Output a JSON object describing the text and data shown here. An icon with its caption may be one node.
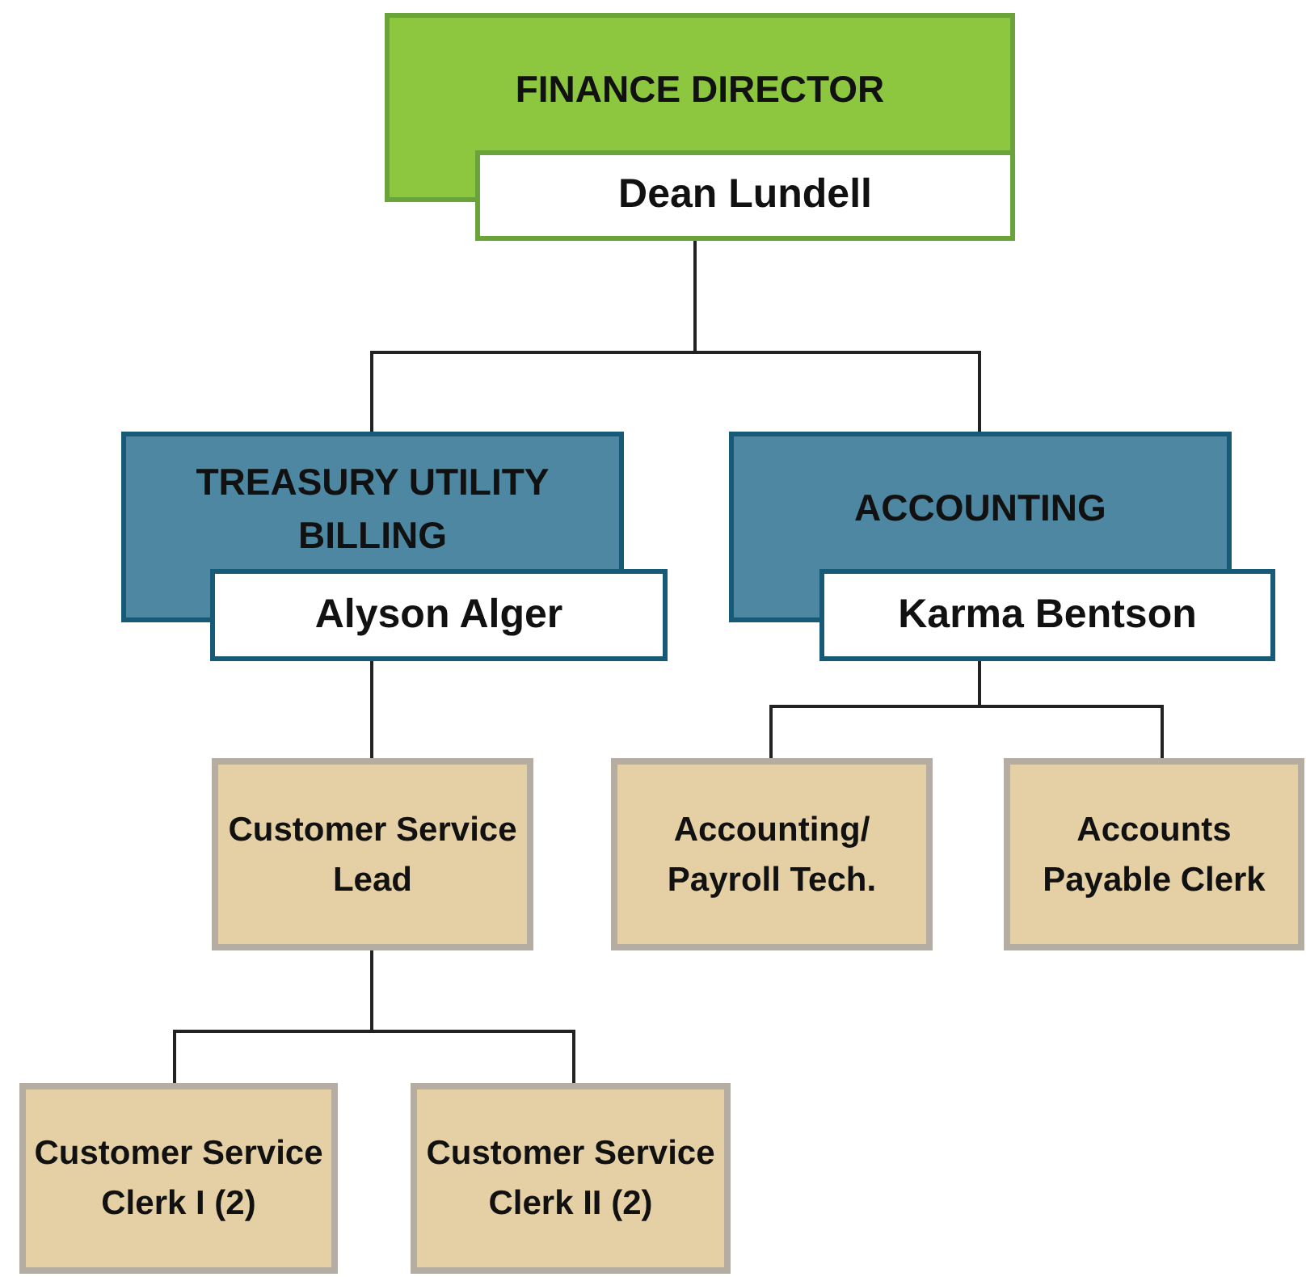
{
  "diagram": {
    "nodes": [
      {
        "text": [
          "FINANCE DIRECTOR",
          "Dean Lundell"
        ]
      },
      {
        "text": [
          "TREASURY UTILITY BILLING",
          "Alyson Alger"
        ]
      },
      {
        "text": [
          "ACCOUNTING",
          "Karma Bentson"
        ]
      },
      {
        "text": [
          "Customer Service Lead"
        ]
      },
      {
        "text": [
          "Accounting/ Payroll Tech."
        ]
      },
      {
        "text": [
          "Accounts Payable Clerk"
        ]
      },
      {
        "text": [
          "Customer Service Clerk I (2)"
        ]
      },
      {
        "text": [
          "Customer Service Clerk II (2)"
        ]
      }
    ],
    "edges": [
      {
        "from": 0,
        "to": 1,
        "arrow": "none"
      },
      {
        "from": 0,
        "to": 2,
        "arrow": "none"
      },
      {
        "from": 1,
        "to": 3,
        "arrow": "none"
      },
      {
        "from": 2,
        "to": 4,
        "arrow": "none"
      },
      {
        "from": 2,
        "to": 5,
        "arrow": "none"
      },
      {
        "from": 3,
        "to": 6,
        "arrow": "none"
      },
      {
        "from": 3,
        "to": 7,
        "arrow": "none"
      }
    ]
  }
}
